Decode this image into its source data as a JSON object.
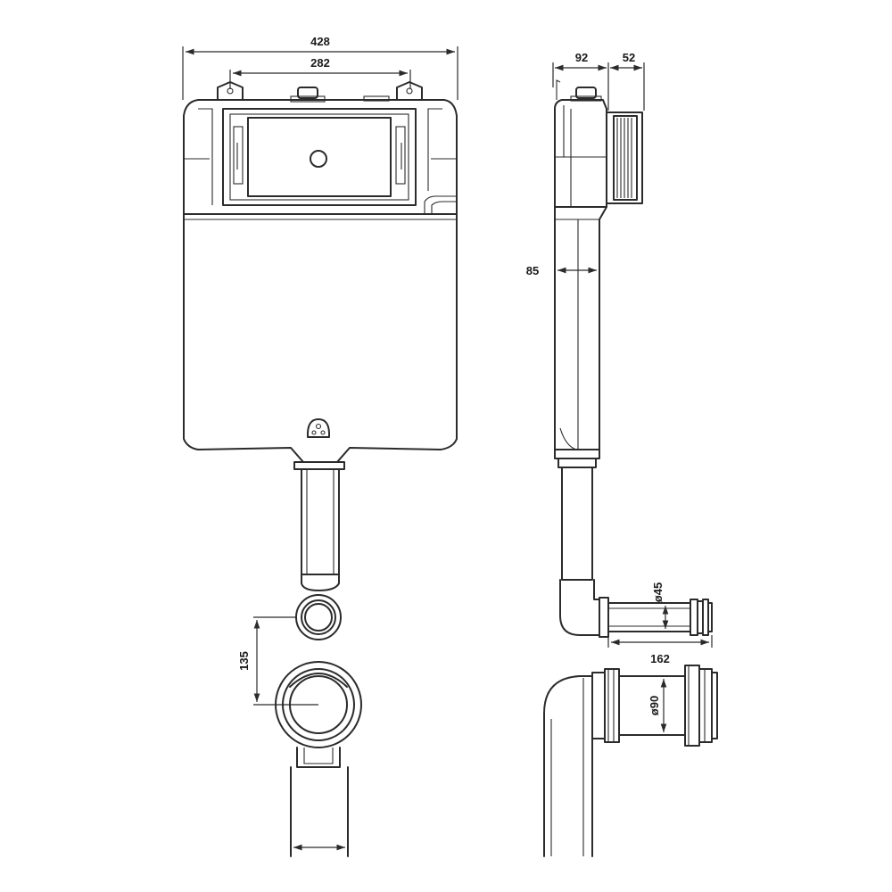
{
  "dimensions": {
    "overall_width": "428",
    "frame_width": "282",
    "cistern_depth": "92",
    "panel_depth": "52",
    "pipe_depth": "85",
    "inlet_diameter": "ø45",
    "inlet_length": "162",
    "outlet_height": "135",
    "outlet_diameter": "ø90"
  },
  "colors": {
    "line": "#2b2b2b",
    "background": "#ffffff"
  }
}
